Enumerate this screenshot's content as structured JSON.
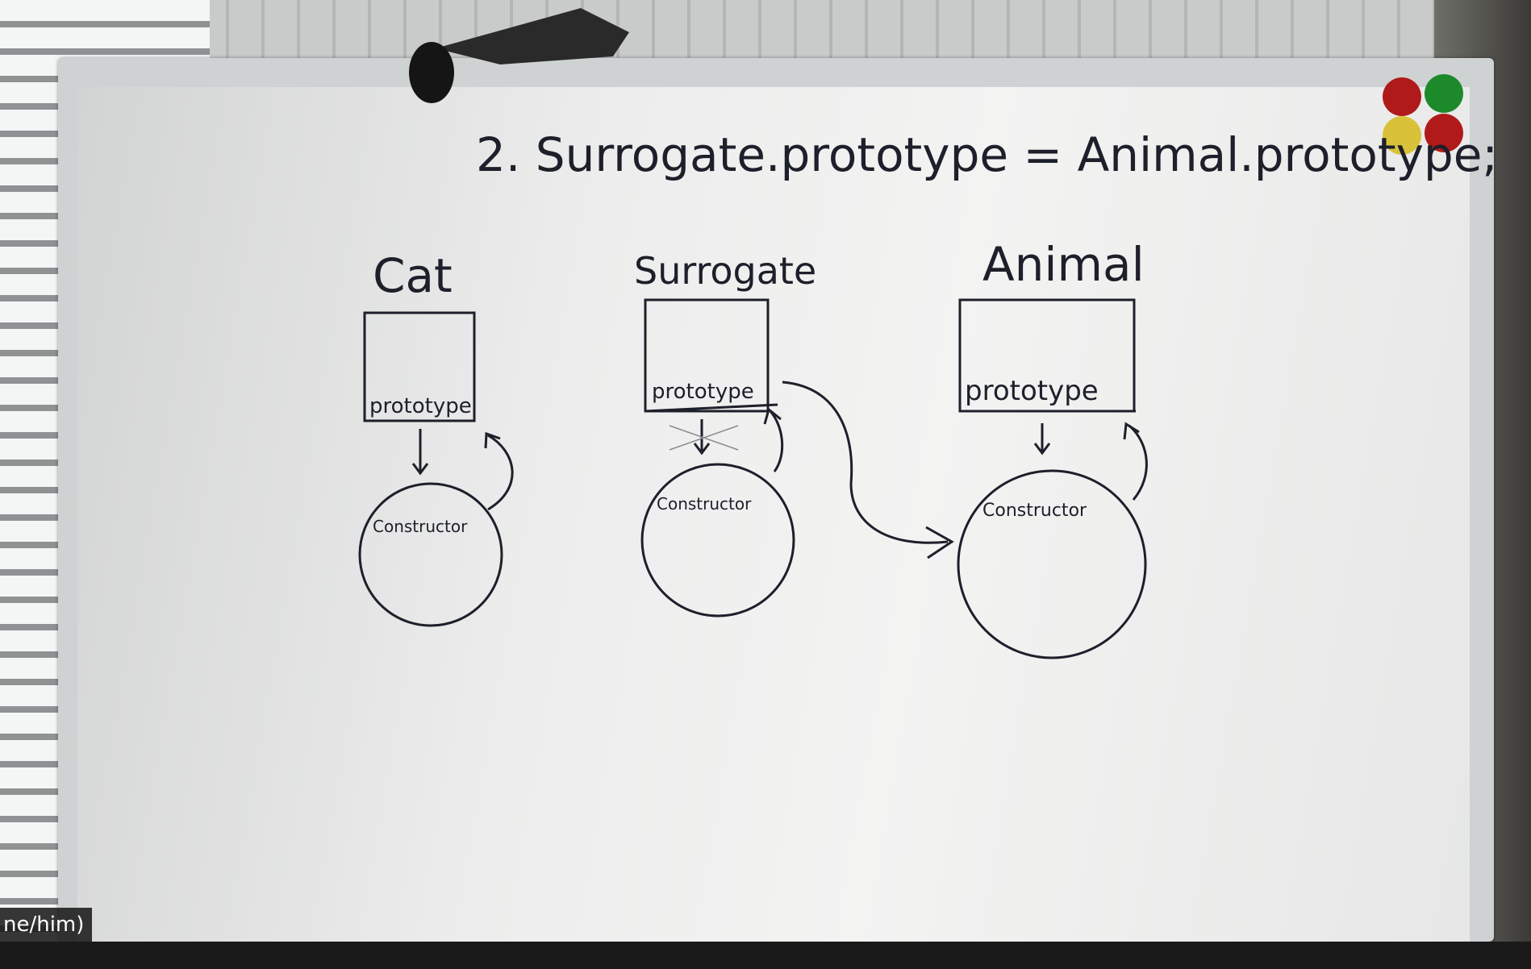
{
  "whiteboard": {
    "heading": "2. Surrogate.prototype = Animal.prototype;",
    "diagrams": [
      {
        "title": "Cat",
        "box_label": "prototype",
        "circle_label": "Constructor"
      },
      {
        "title": "Surrogate",
        "box_label": "prototype",
        "circle_label": "Constructor"
      },
      {
        "title": "Animal",
        "box_label": "prototype",
        "circle_label": "Constructor"
      }
    ]
  },
  "participant": {
    "name_tag": "ne/him)"
  },
  "colors": {
    "marker": "#1d1f2a",
    "magnet_red": "#b01a1a",
    "magnet_green": "#1c8a2a",
    "magnet_yellow": "#d9c23a"
  }
}
